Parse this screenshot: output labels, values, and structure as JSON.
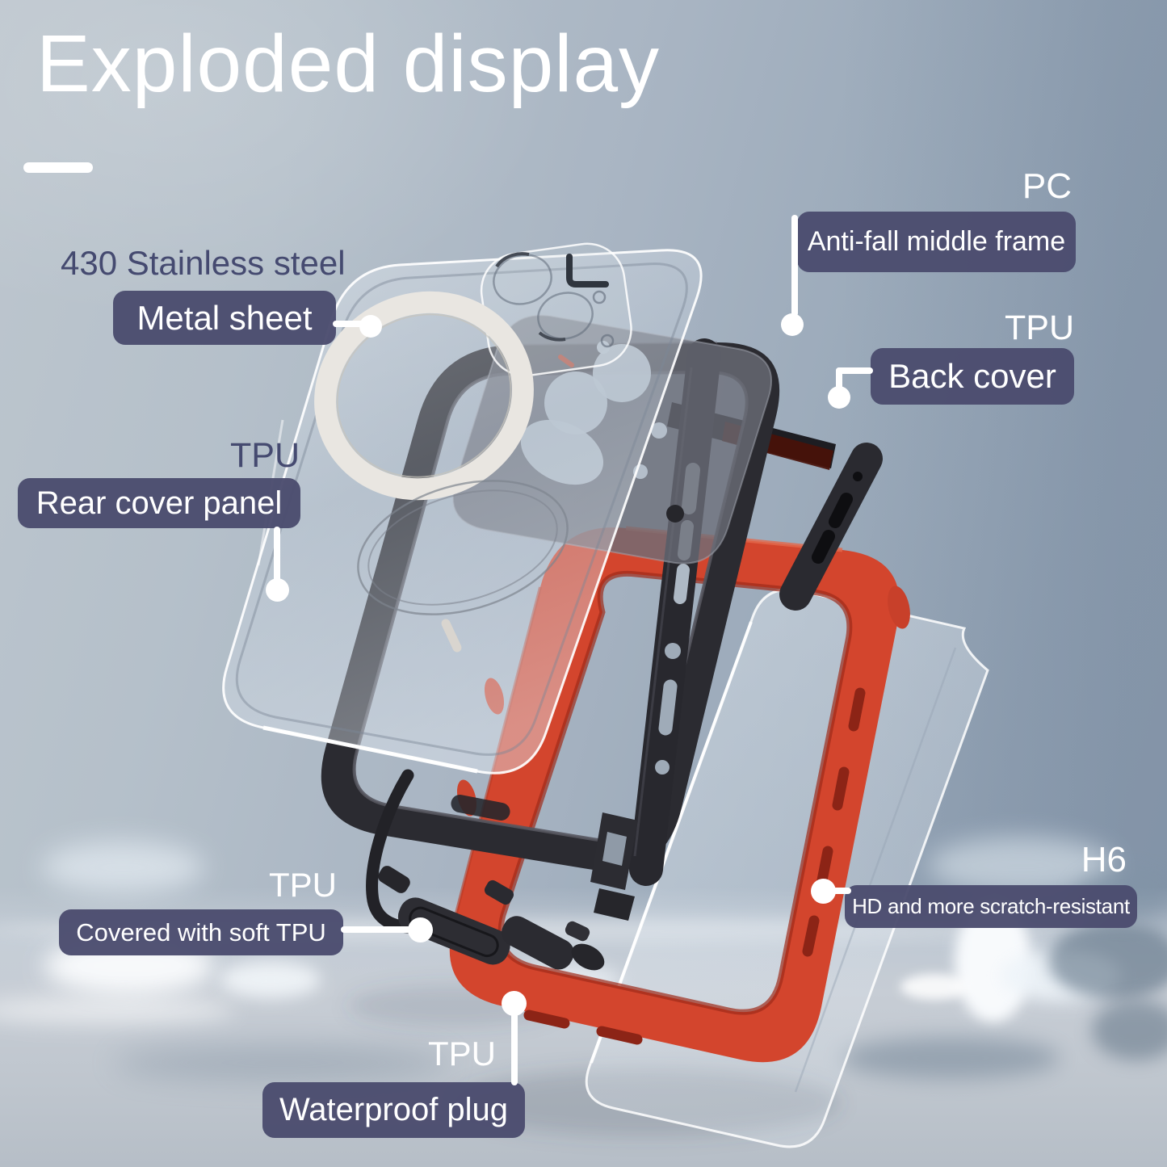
{
  "title": "Exploded display",
  "annotations": {
    "metal_sheet": {
      "material": "430 Stainless steel",
      "label": "Metal sheet"
    },
    "middle_frame": {
      "material": "PC",
      "label": "Anti-fall middle frame"
    },
    "back_cover": {
      "material": "TPU",
      "label": "Back cover"
    },
    "rear_cover_panel": {
      "material": "TPU",
      "label": "Rear cover panel"
    },
    "soft_tpu_cover": {
      "material": "TPU",
      "label": "Covered with soft TPU"
    },
    "screen_protector": {
      "material": "H6",
      "label": "HD and more scratch-resistant"
    },
    "waterproof_plug": {
      "material": "TPU",
      "label": "Waterproof plug"
    }
  },
  "colors": {
    "badge_bg": "#4b4c6e",
    "badge_text": "#ffffff",
    "material_text_dark": "#454a70",
    "material_text_light": "#ffffff",
    "title_text": "#ffffff",
    "case_red": "#d3452d",
    "case_red_dark": "#9e2b19",
    "frame_black": "#2b2b31",
    "magsafe_ring": "#e9e6e1",
    "connector": "#ffffff",
    "background_top_left": "#bdc6ce",
    "background_right": "#8a9aad"
  }
}
